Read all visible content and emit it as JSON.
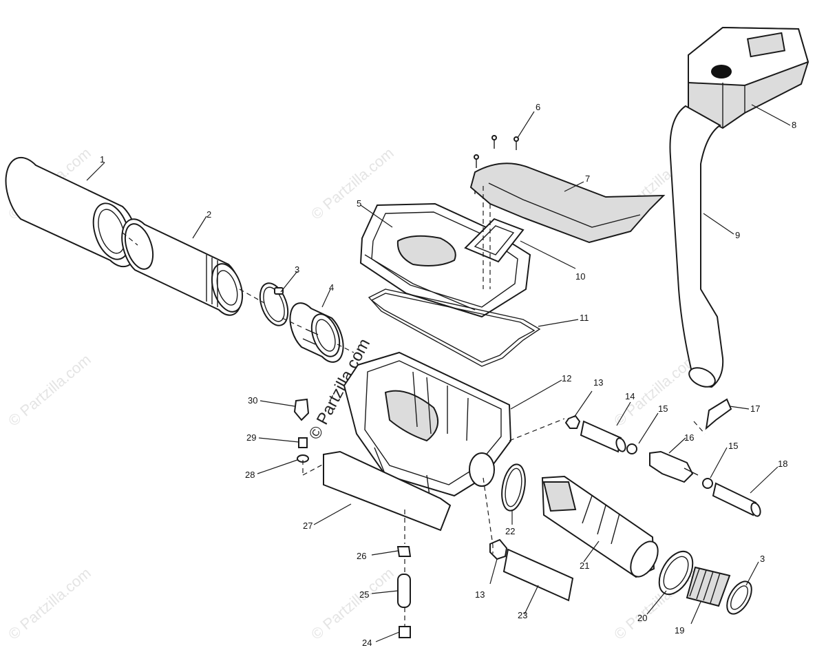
{
  "watermark": {
    "text": "© Partzilla.com"
  },
  "callouts": [
    {
      "id": "1",
      "text": "1"
    },
    {
      "id": "2",
      "text": "2"
    },
    {
      "id": "3a",
      "text": "3"
    },
    {
      "id": "4",
      "text": "4"
    },
    {
      "id": "5",
      "text": "5"
    },
    {
      "id": "6",
      "text": "6"
    },
    {
      "id": "7",
      "text": "7"
    },
    {
      "id": "8",
      "text": "8"
    },
    {
      "id": "9",
      "text": "9"
    },
    {
      "id": "10",
      "text": "10"
    },
    {
      "id": "11",
      "text": "11"
    },
    {
      "id": "12",
      "text": "12"
    },
    {
      "id": "13a",
      "text": "13"
    },
    {
      "id": "14",
      "text": "14"
    },
    {
      "id": "15a",
      "text": "15"
    },
    {
      "id": "16",
      "text": "16"
    },
    {
      "id": "15b",
      "text": "15"
    },
    {
      "id": "17",
      "text": "17"
    },
    {
      "id": "18",
      "text": "18"
    },
    {
      "id": "3b",
      "text": "3"
    },
    {
      "id": "19",
      "text": "19"
    },
    {
      "id": "20",
      "text": "20"
    },
    {
      "id": "21",
      "text": "21"
    },
    {
      "id": "22",
      "text": "22"
    },
    {
      "id": "13b",
      "text": "13"
    },
    {
      "id": "23",
      "text": "23"
    },
    {
      "id": "24",
      "text": "24"
    },
    {
      "id": "25",
      "text": "25"
    },
    {
      "id": "26",
      "text": "26"
    },
    {
      "id": "27",
      "text": "27"
    },
    {
      "id": "28",
      "text": "28"
    },
    {
      "id": "29",
      "text": "29"
    },
    {
      "id": "30",
      "text": "30"
    }
  ]
}
